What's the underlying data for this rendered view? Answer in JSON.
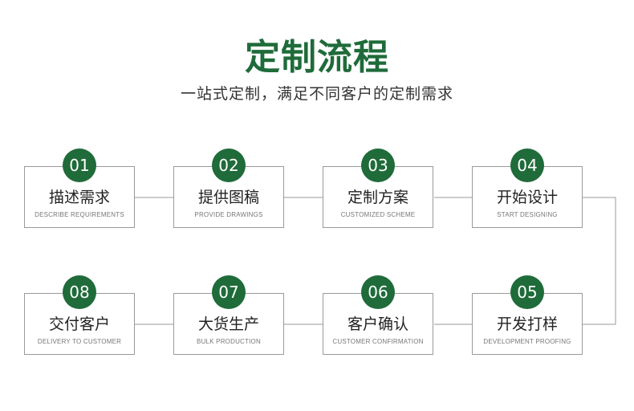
{
  "header": {
    "title": "定制流程",
    "subtitle": "一站式定制，满足不同客户的定制需求"
  },
  "colors": {
    "accent": "#1f6b3a",
    "border": "#9a9a9a",
    "text": "#222222",
    "subtext": "#777777"
  },
  "steps": [
    {
      "num": "01",
      "cn": "描述需求",
      "en": "DESCRIBE REQUIREMENTS"
    },
    {
      "num": "02",
      "cn": "提供图稿",
      "en": "PROVIDE DRAWINGS"
    },
    {
      "num": "03",
      "cn": "定制方案",
      "en": "CUSTOMIZED SCHEME"
    },
    {
      "num": "04",
      "cn": "开始设计",
      "en": "START DESIGNING"
    },
    {
      "num": "05",
      "cn": "开发打样",
      "en": "DEVELOPMENT PROOFING"
    },
    {
      "num": "06",
      "cn": "客户确认",
      "en": "CUSTOMER CONFIRMATION"
    },
    {
      "num": "07",
      "cn": "大货生产",
      "en": "BULK PRODUCTION"
    },
    {
      "num": "08",
      "cn": "交付客户",
      "en": "DELIVERY TO CUSTOMER"
    }
  ]
}
